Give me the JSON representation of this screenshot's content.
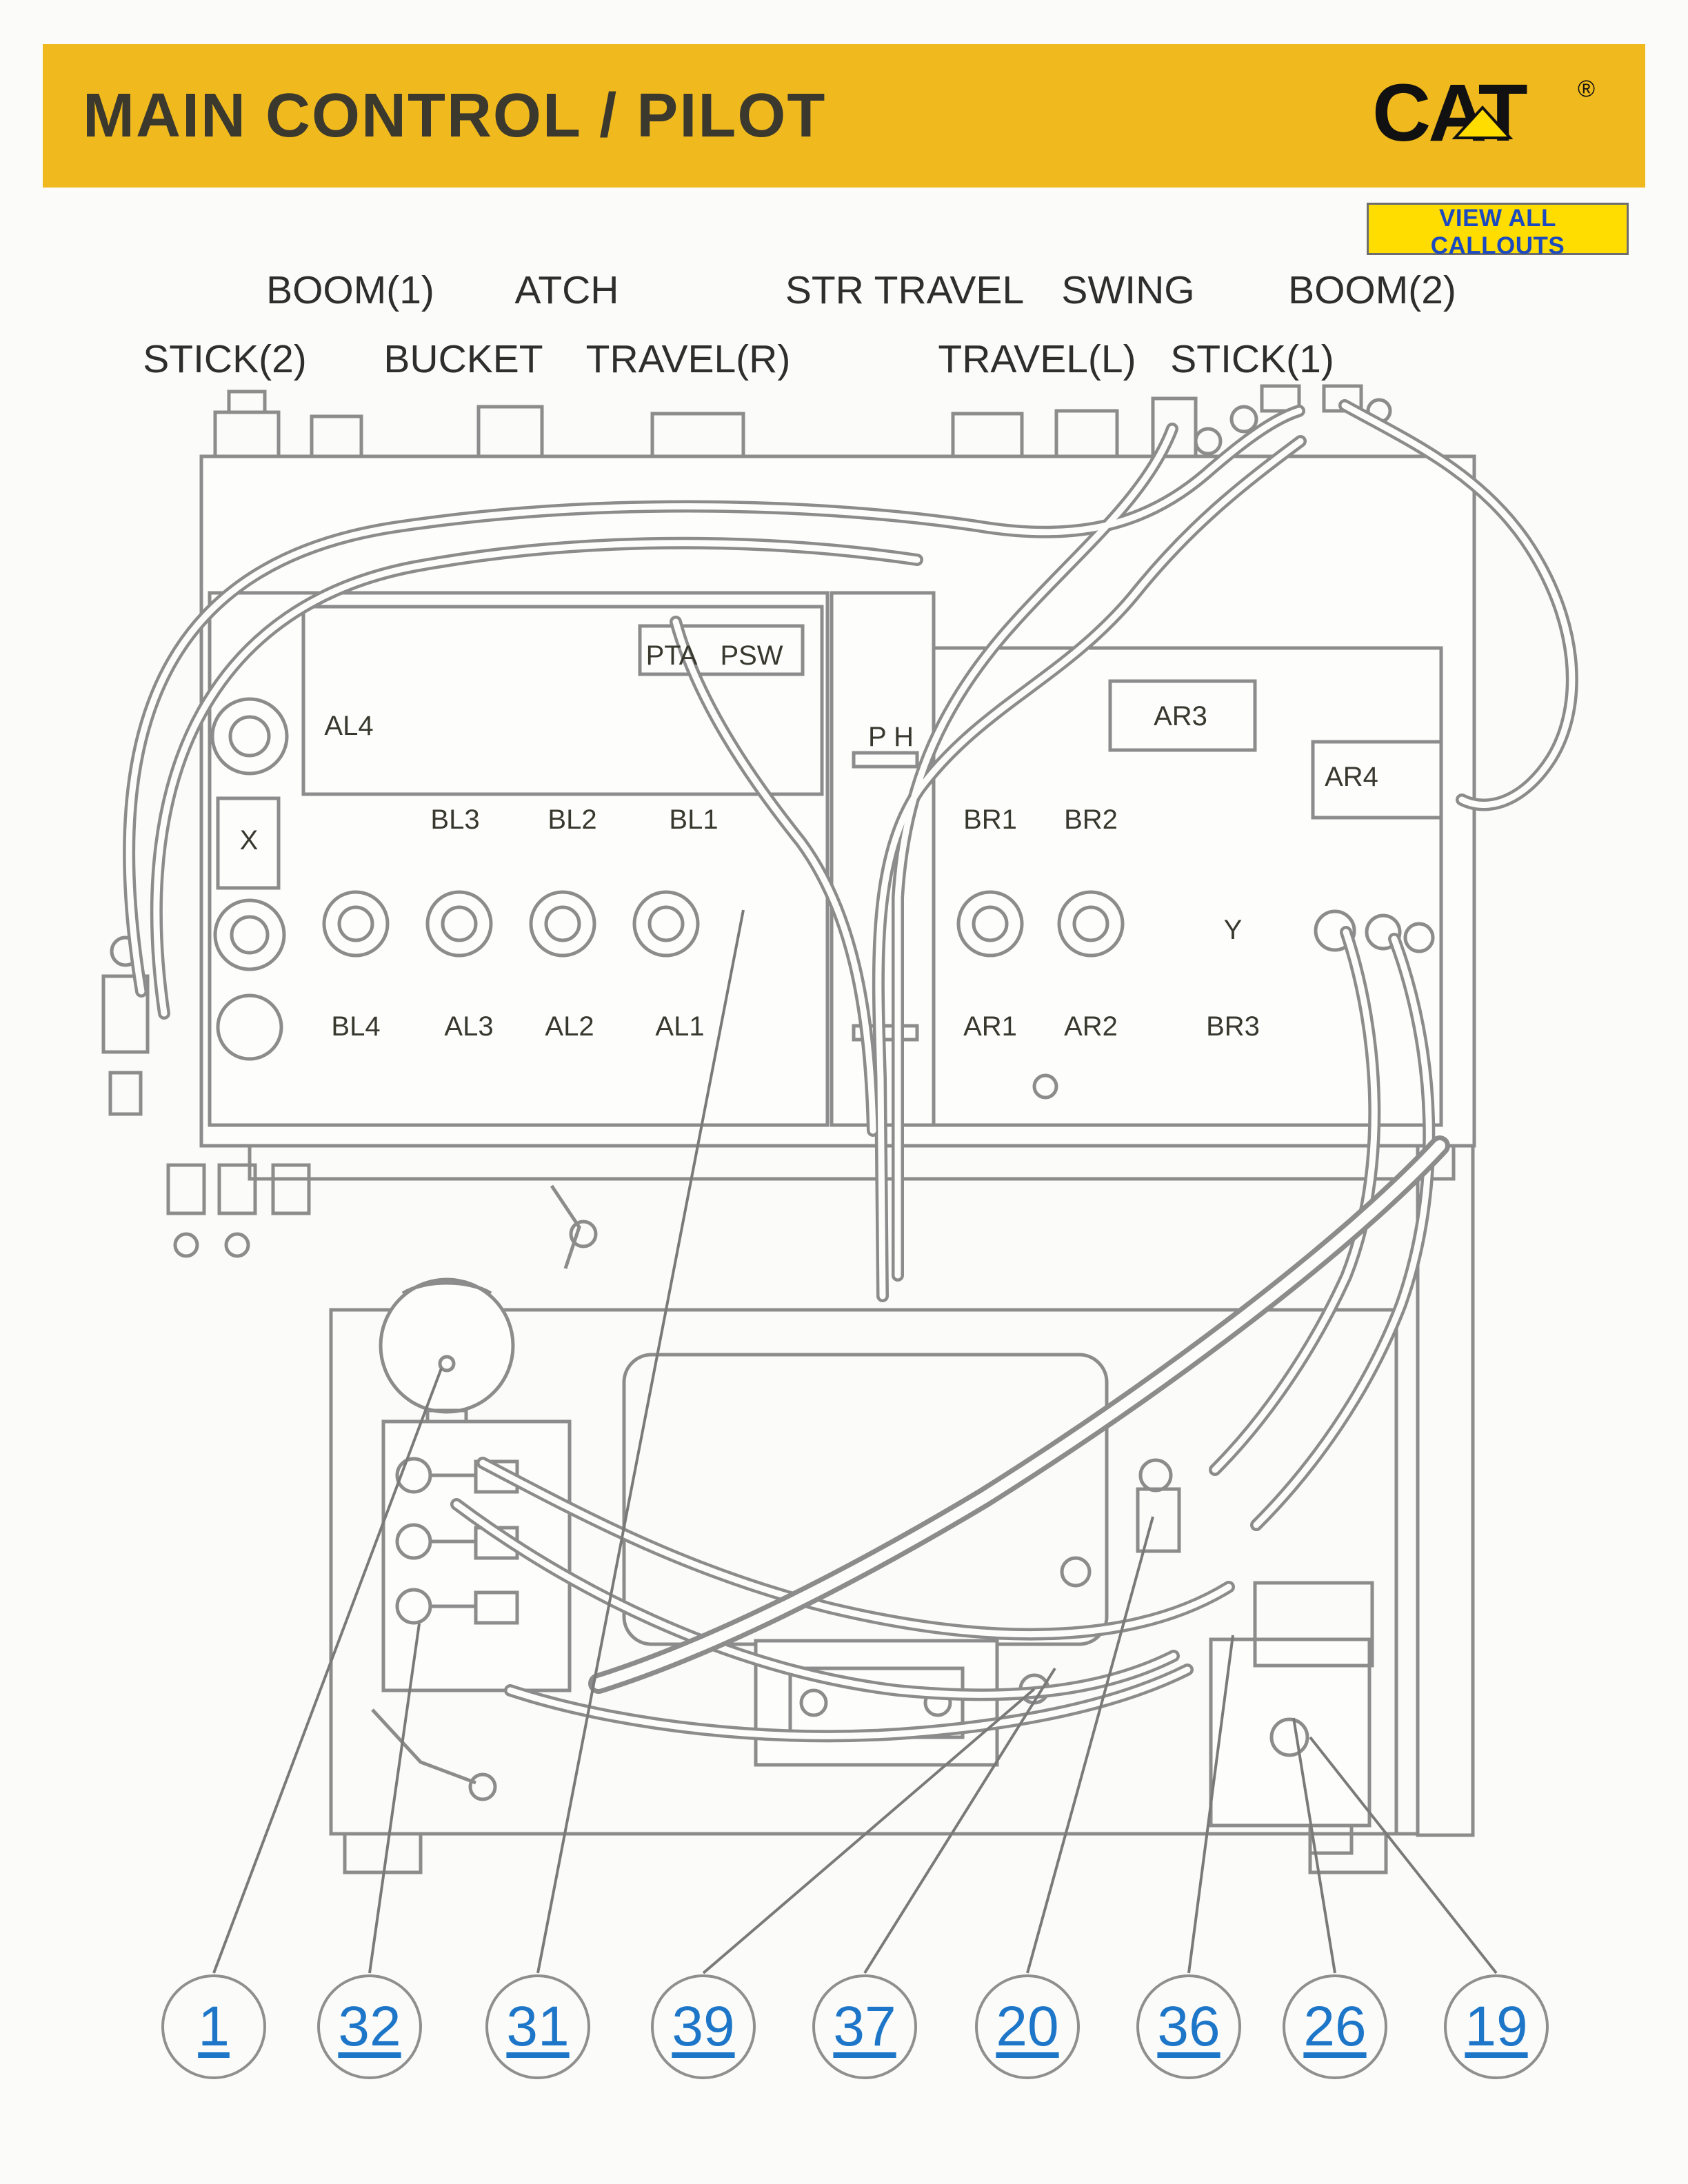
{
  "header": {
    "title": "MAIN CONTROL / PILOT",
    "logo_text": "CAT",
    "logo_reg": "®"
  },
  "toolbar": {
    "view_all_callouts_label": "VIEW ALL CALLOUTS"
  },
  "function_labels": {
    "row1": [
      "BOOM(1)",
      "ATCH",
      "STR TRAVEL",
      "SWING",
      "BOOM(2)"
    ],
    "row2": [
      "STICK(2)",
      "BUCKET",
      "TRAVEL(R)",
      "TRAVEL(L)",
      "STICK(1)"
    ]
  },
  "ports": {
    "pta": "PTA",
    "psw": "PSW",
    "al4": "AL4",
    "x": "X",
    "bl3": "BL3",
    "bl2": "BL2",
    "bl1": "BL1",
    "ph": "P H",
    "ar3": "AR3",
    "ar4": "AR4",
    "br1": "BR1",
    "br2": "BR2",
    "y": "Y",
    "bl4": "BL4",
    "al3": "AL3",
    "al2": "AL2",
    "al1": "AL1",
    "ar1": "AR1",
    "ar2": "AR2",
    "br3": "BR3"
  },
  "callouts": [
    {
      "number": "1"
    },
    {
      "number": "32"
    },
    {
      "number": "31"
    },
    {
      "number": "39"
    },
    {
      "number": "37"
    },
    {
      "number": "20"
    },
    {
      "number": "36"
    },
    {
      "number": "26"
    },
    {
      "number": "19"
    }
  ],
  "colors": {
    "header_yellow": "#F0BA1E",
    "button_yellow": "#FFDD00",
    "callout_blue": "#1D76C8",
    "button_text_blue": "#1B49C0",
    "line_gray": "#8C8C8C",
    "title_gray": "#3B382E"
  }
}
